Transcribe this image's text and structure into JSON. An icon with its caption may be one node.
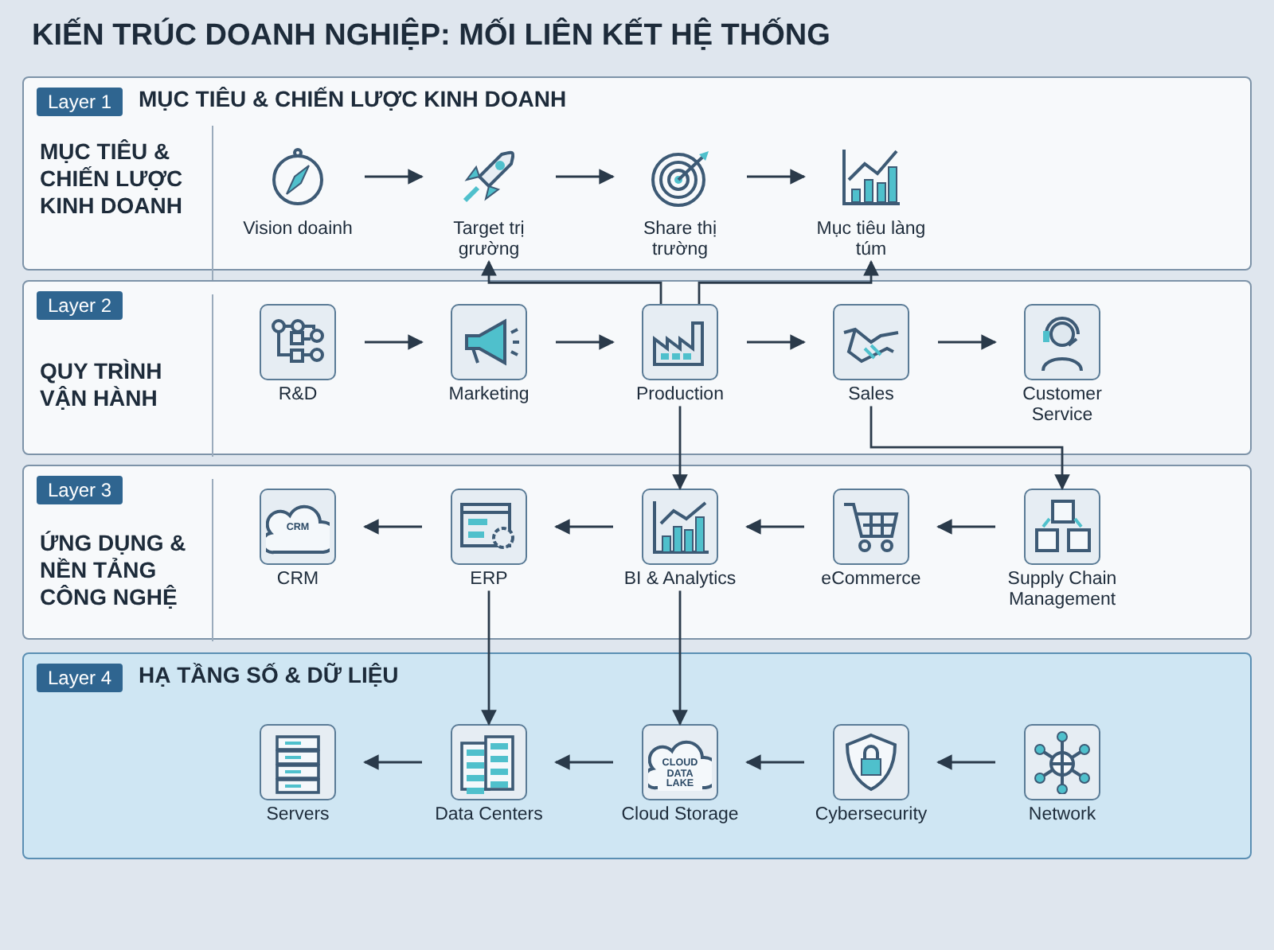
{
  "diagram": {
    "title": "KIẾN TRÚC DOANH NGHIỆP: MỐI LIÊN KẾT HỆ THỐNG",
    "nodes": [
      {
        "text": [
          "Layer 1",
          "MỤC TIÊU & CHIẾN LƯỢC KINH DOANH",
          "MỤC TIÊU & CHIẾN LƯỢC KINH DOANH"
        ]
      },
      {
        "text": [
          "Vision doainh"
        ],
        "in": 0
      },
      {
        "text": [
          "Target trị grường"
        ],
        "in": 0
      },
      {
        "text": [
          "Share thị trường"
        ],
        "in": 0
      },
      {
        "text": [
          "Mục tiêu làng túm"
        ],
        "in": 0
      },
      {
        "text": [
          "Layer 2",
          "QUY TRÌNH VẬN HÀNH"
        ]
      },
      {
        "text": [
          "R&D"
        ],
        "in": 5
      },
      {
        "text": [
          "Marketing"
        ],
        "in": 5
      },
      {
        "text": [
          "Production"
        ],
        "in": 5
      },
      {
        "text": [
          "Sales"
        ],
        "in": 5
      },
      {
        "text": [
          "Customer Service"
        ],
        "in": 5
      },
      {
        "text": [
          "Layer 3",
          "ỨNG DỤNG & NỀN TẢNG CÔNG NGHỆ"
        ]
      },
      {
        "text": [
          "CRM",
          "CRM"
        ],
        "in": 11
      },
      {
        "text": [
          "ERP"
        ],
        "in": 11
      },
      {
        "text": [
          "BI & Analytics"
        ],
        "in": 11
      },
      {
        "text": [
          "eCommerce"
        ],
        "in": 11
      },
      {
        "text": [
          "Supply Chain Management"
        ],
        "in": 11
      },
      {
        "text": [
          "Layer 4",
          "HẠ TẦNG SỐ & DỮ LIỆU"
        ]
      },
      {
        "text": [
          "Servers"
        ],
        "in": 17
      },
      {
        "text": [
          "Data Centers"
        ],
        "in": 17
      },
      {
        "text": [
          "CLOUD DATA LAKE",
          "Cloud Storage"
        ],
        "in": 17
      },
      {
        "text": [
          "Cybersecurity"
        ],
        "in": 17
      },
      {
        "text": [
          "Network"
        ],
        "in": 17
      }
    ],
    "edges": [
      {
        "from": 1,
        "to": 2,
        "arrow": "to"
      },
      {
        "from": 2,
        "to": 3,
        "arrow": "to"
      },
      {
        "from": 3,
        "to": 4,
        "arrow": "to"
      },
      {
        "from": 8,
        "to": 2,
        "arrow": "to"
      },
      {
        "from": 8,
        "to": 4,
        "arrow": "to"
      },
      {
        "from": 6,
        "to": 7,
        "arrow": "to"
      },
      {
        "from": 7,
        "to": 8,
        "arrow": "to"
      },
      {
        "from": 8,
        "to": 9,
        "arrow": "to"
      },
      {
        "from": 9,
        "to": 10,
        "arrow": "to"
      },
      {
        "from": 8,
        "to": 14,
        "arrow": "to"
      },
      {
        "from": 9,
        "to": 16,
        "arrow": "to"
      },
      {
        "from": 16,
        "to": 15,
        "arrow": "to"
      },
      {
        "from": 15,
        "to": 14,
        "arrow": "to"
      },
      {
        "from": 14,
        "to": 13,
        "arrow": "to"
      },
      {
        "from": 13,
        "to": 12,
        "arrow": "to"
      },
      {
        "from": 13,
        "to": 19,
        "arrow": "to"
      },
      {
        "from": 14,
        "to": 20,
        "arrow": "to"
      },
      {
        "from": 22,
        "to": 21,
        "arrow": "to"
      },
      {
        "from": 21,
        "to": 20,
        "arrow": "to"
      },
      {
        "from": 20,
        "to": 19,
        "arrow": "to"
      },
      {
        "from": 19,
        "to": 18,
        "arrow": "to"
      }
    ]
  }
}
